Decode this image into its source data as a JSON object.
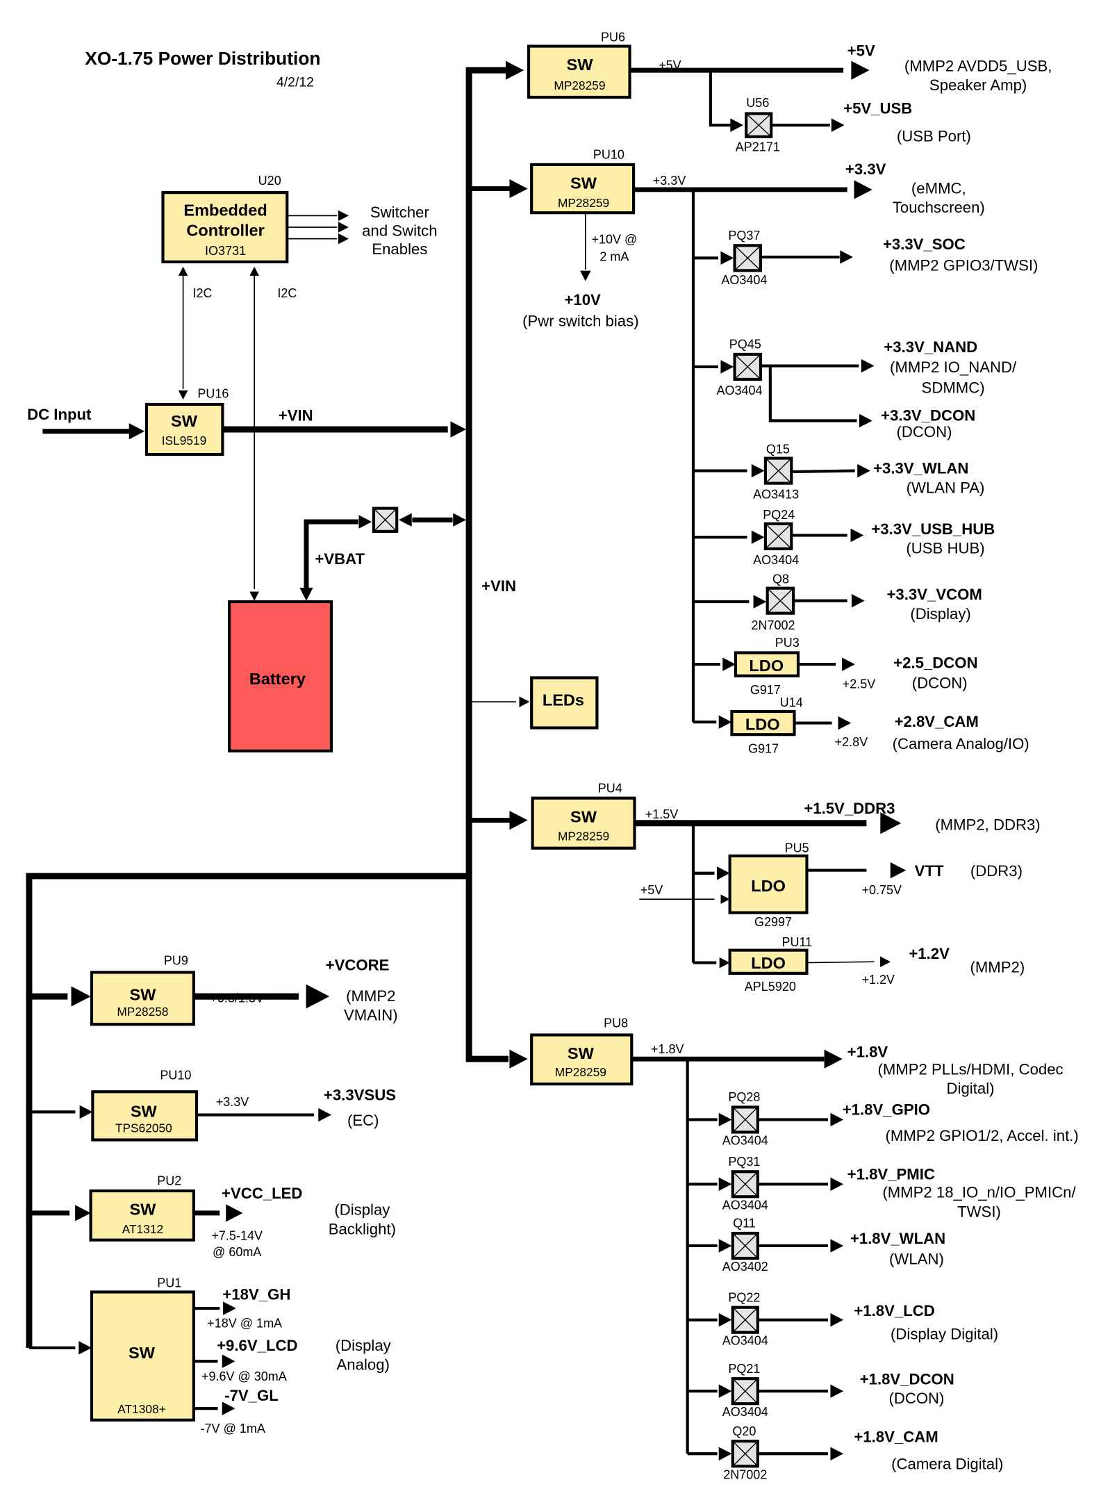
{
  "header": {
    "title": "XO-1.75 Power Distribution",
    "date": "4/2/12"
  },
  "colors": {
    "block_fill": "#fdeeaa",
    "battery_fill": "#ff5a5a",
    "fet_fill": "#e4e4e4",
    "line": "#000000"
  },
  "ec": {
    "ref": "U20",
    "line1": "Embedded",
    "line2": "Controller",
    "part": "IO3731",
    "enables_1": "Switcher",
    "enables_2": "and Switch",
    "enables_3": "Enables",
    "i2c_left": "I2C",
    "i2c_right": "I2C"
  },
  "input": {
    "dc_label": "DC Input",
    "charger_ref": "PU16",
    "charger_type": "SW",
    "charger_part": "ISL9519",
    "vin_label": "+VIN",
    "bus_label": "+VIN",
    "vbat_label": "+VBAT",
    "battery_label": "Battery",
    "leds_label": "LEDs"
  },
  "pu6": {
    "ref": "PU6",
    "type": "SW",
    "part": "MP28259",
    "out": "+5V",
    "rail": "+5V",
    "desc1": "(MMP2 AVDD5_USB,",
    "desc2": "Speaker Amp)",
    "usb_ref": "U56",
    "usb_part": "AP2171",
    "usb_rail": "+5V_USB",
    "usb_desc": "(USB Port)"
  },
  "pu10": {
    "ref": "PU10",
    "type": "SW",
    "part": "MP28259",
    "out": "+3.3V",
    "rail": "+3.3V",
    "desc1": "(eMMC,",
    "desc2": "Touchscreen)",
    "bias_1": "+10V @",
    "bias_2": "2 mA",
    "bias_rail": "+10V",
    "bias_desc": "(Pwr switch bias)",
    "branches": [
      {
        "ref": "PQ37",
        "part": "AO3404",
        "rail": "+3.3V_SOC",
        "desc1": "(MMP2 GPIO3/TWSI)",
        "desc2": ""
      },
      {
        "ref": "PQ45",
        "part": "AO3404",
        "rail": "+3.3V_NAND",
        "desc1": "(MMP2 IO_NAND/",
        "desc2": "SDMMC)"
      },
      {
        "ref": "",
        "part": "",
        "rail": "+3.3V_DCON",
        "desc1": "(DCON)",
        "desc2": ""
      },
      {
        "ref": "Q15",
        "part": "AO3413",
        "rail": "+3.3V_WLAN",
        "desc1": "(WLAN PA)",
        "desc2": ""
      },
      {
        "ref": "PQ24",
        "part": "AO3404",
        "rail": "+3.3V_USB_HUB",
        "desc1": "(USB HUB)",
        "desc2": ""
      },
      {
        "ref": "Q8",
        "part": "2N7002",
        "rail": "+3.3V_VCOM",
        "desc1": "(Display)",
        "desc2": ""
      }
    ],
    "ldos": [
      {
        "ref": "PU3",
        "type": "LDO",
        "part": "G917",
        "out": "+2.5V",
        "rail": "+2.5_DCON",
        "desc": "(DCON)"
      },
      {
        "ref": "U14",
        "type": "LDO",
        "part": "G917",
        "out": "+2.8V",
        "rail": "+2.8V_CAM",
        "desc": "(Camera Analog/IO)"
      }
    ]
  },
  "pu4": {
    "ref": "PU4",
    "type": "SW",
    "part": "MP28259",
    "out": "+1.5V",
    "rail": "+1.5V_DDR3",
    "desc": "(MMP2, DDR3)",
    "pu5": {
      "ref": "PU5",
      "type": "LDO",
      "part": "G2997",
      "in2": "+5V",
      "out": "+0.75V",
      "rail": "VTT",
      "desc": "(DDR3)"
    },
    "pu11": {
      "ref": "PU11",
      "type": "LDO",
      "part": "APL5920",
      "out": "+1.2V",
      "rail": "+1.2V",
      "desc": "(MMP2)"
    }
  },
  "pu8": {
    "ref": "PU8",
    "type": "SW",
    "part": "MP28259",
    "out": "+1.8V",
    "rail": "+1.8V",
    "desc1": "(MMP2 PLLs/HDMI, Codec",
    "desc2": "Digital)",
    "branches": [
      {
        "ref": "PQ28",
        "part": "AO3404",
        "rail": "+1.8V_GPIO",
        "desc1": "(MMP2 GPIO1/2, Accel. int.)",
        "desc2": ""
      },
      {
        "ref": "PQ31",
        "part": "AO3404",
        "rail": "+1.8V_PMIC",
        "desc1": "(MMP2 18_IO_n/IO_PMICn/",
        "desc2": "TWSI)"
      },
      {
        "ref": "Q11",
        "part": "AO3402",
        "rail": "+1.8V_WLAN",
        "desc1": "(WLAN)",
        "desc2": ""
      },
      {
        "ref": "PQ22",
        "part": "AO3404",
        "rail": "+1.8V_LCD",
        "desc1": "(Display Digital)",
        "desc2": ""
      },
      {
        "ref": "PQ21",
        "part": "AO3404",
        "rail": "+1.8V_DCON",
        "desc1": "(DCON)",
        "desc2": ""
      },
      {
        "ref": "Q20",
        "part": "2N7002",
        "rail": "+1.8V_CAM",
        "desc1": "(Camera Digital)",
        "desc2": ""
      }
    ]
  },
  "left": {
    "pu9": {
      "ref": "PU9",
      "type": "SW",
      "part": "MP28258",
      "out": "+0.8/1.3V",
      "rail": "+VCORE",
      "desc1": "(MMP2",
      "desc2": "VMAIN)"
    },
    "pu10s": {
      "ref": "PU10",
      "type": "SW",
      "part": "TPS62050",
      "out": "+3.3V",
      "rail": "+3.3VSUS",
      "desc1": "(EC)"
    },
    "pu2": {
      "ref": "PU2",
      "type": "SW",
      "part": "AT1312",
      "rail": "+VCC_LED",
      "out1": "+7.5-14V",
      "out2": "@ 60mA",
      "desc1": "(Display",
      "desc2": "Backlight)"
    },
    "pu1": {
      "ref": "PU1",
      "type": "SW",
      "part": "AT1308+",
      "outputs": [
        {
          "rail": "+18V_GH",
          "spec": "+18V @ 1mA"
        },
        {
          "rail": "+9.6V_LCD",
          "spec": "+9.6V @ 30mA"
        },
        {
          "rail": "-7V_GL",
          "spec": "-7V @ 1mA"
        }
      ],
      "desc1": "(Display",
      "desc2": "Analog)"
    }
  }
}
